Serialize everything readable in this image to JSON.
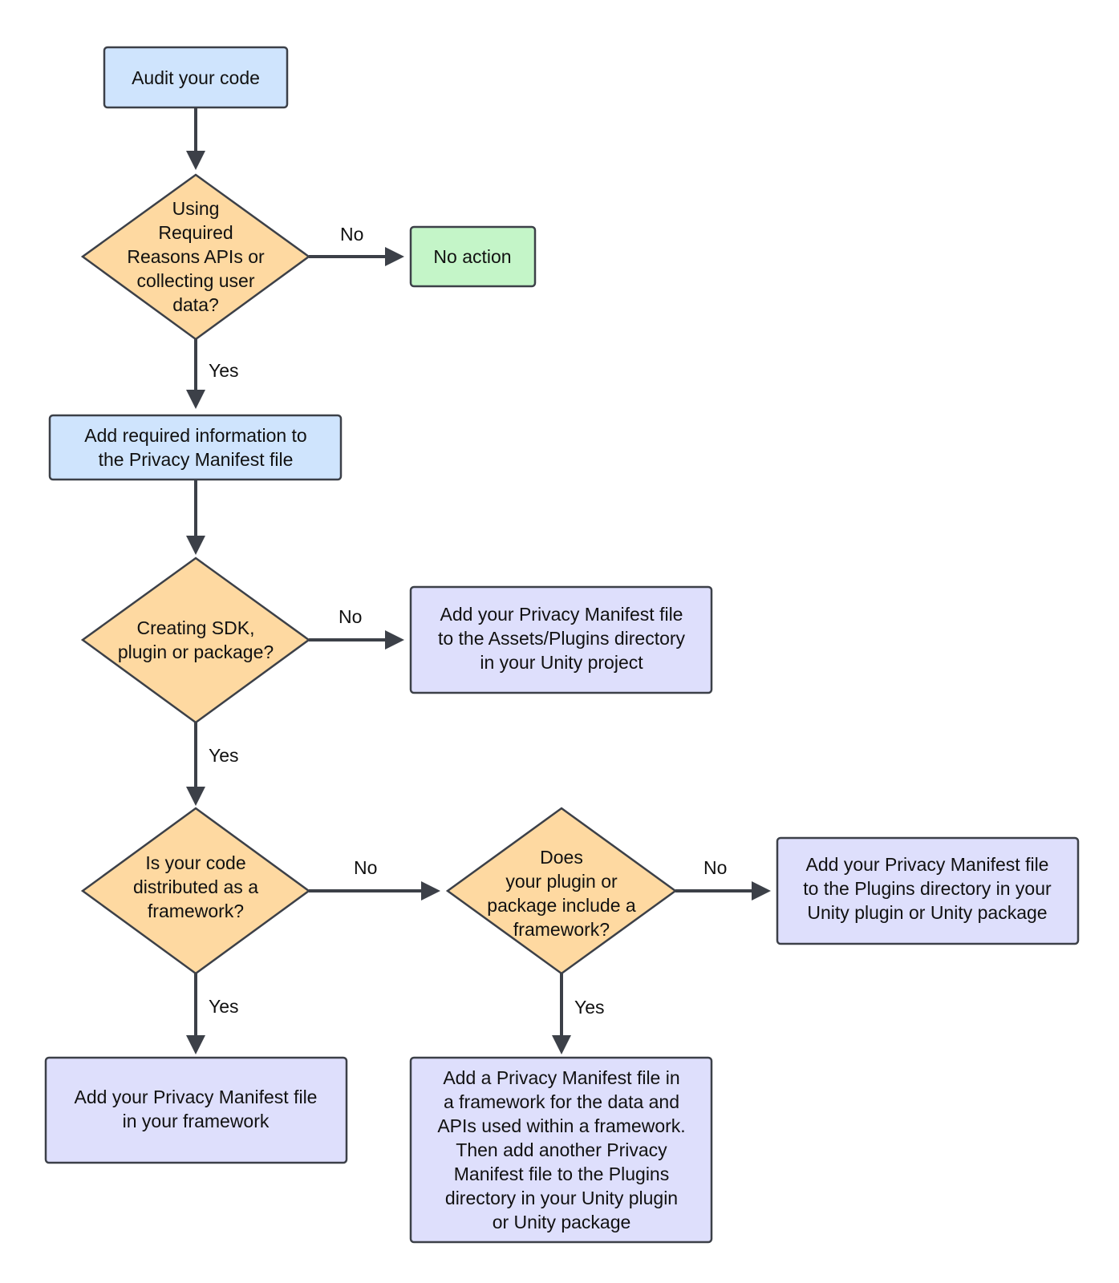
{
  "colors": {
    "start_fill": "#cfe4fd",
    "decision_fill": "#fed9a1",
    "no_action_fill": "#c4f5c8",
    "outcome_fill": "#dedffc",
    "line": "#3c4048"
  },
  "nodes": {
    "audit": {
      "lines": [
        "Audit your code"
      ]
    },
    "q_apis": {
      "lines": [
        "Using",
        "Required",
        "Reasons APIs or",
        "collecting user",
        "data?"
      ]
    },
    "no_action": {
      "lines": [
        "No action"
      ]
    },
    "add_info": {
      "lines": [
        "Add required information to",
        "the Privacy Manifest file"
      ]
    },
    "q_sdk": {
      "lines": [
        "Creating SDK,",
        "plugin or package?"
      ]
    },
    "assets_plugins": {
      "lines": [
        "Add your Privacy Manifest file",
        "to the Assets/Plugins directory",
        "in your Unity project"
      ]
    },
    "q_framework": {
      "lines": [
        "Is your code",
        "distributed as a",
        "framework?"
      ]
    },
    "q_include": {
      "lines": [
        "Does",
        "your plugin or",
        "package include a",
        "framework?"
      ]
    },
    "plugins_dir": {
      "lines": [
        "Add your Privacy Manifest file",
        "to the Plugins directory in your",
        "Unity plugin or Unity package"
      ]
    },
    "in_framework": {
      "lines": [
        "Add your Privacy Manifest file",
        "in your framework"
      ]
    },
    "both": {
      "lines": [
        "Add a Privacy Manifest file in",
        "a framework for the data and",
        "APIs used within a framework.",
        "Then add another Privacy",
        "Manifest file to the Plugins",
        "directory in your Unity plugin",
        "or Unity package"
      ]
    }
  },
  "edges": {
    "apis_no": "No",
    "apis_yes": "Yes",
    "sdk_no": "No",
    "sdk_yes": "Yes",
    "framework_no": "No",
    "framework_yes": "Yes",
    "include_no": "No",
    "include_yes": "Yes"
  }
}
